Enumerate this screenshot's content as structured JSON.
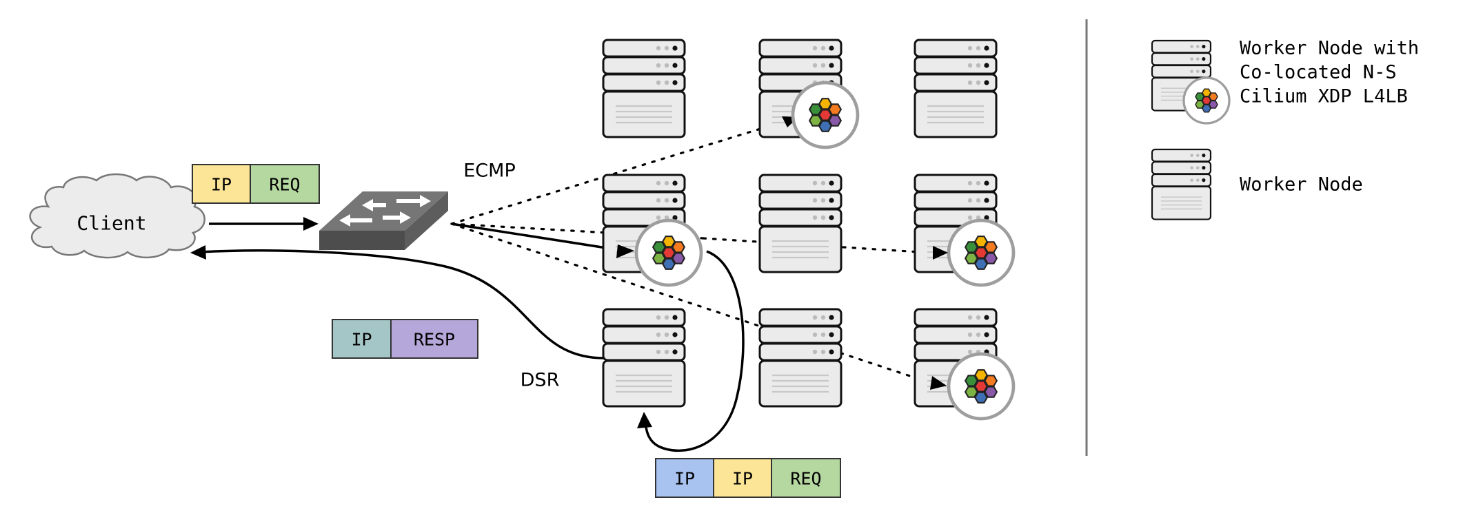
{
  "labels": {
    "client": "Client",
    "ecmp": "ECMP",
    "dsr": "DSR"
  },
  "packets": {
    "request": [
      {
        "text": "IP",
        "color": "#fde597"
      },
      {
        "text": "REQ",
        "color": "#b5d7a0"
      }
    ],
    "response": [
      {
        "text": "IP",
        "color": "#a5c6c6"
      },
      {
        "text": "RESP",
        "color": "#b5a7d9"
      }
    ],
    "encapsulated": [
      {
        "text": "IP",
        "color": "#a9c3f1"
      },
      {
        "text": "IP",
        "color": "#fde597"
      },
      {
        "text": "REQ",
        "color": "#b5d7a0"
      }
    ]
  },
  "legend": {
    "lb_node_label_lines": [
      "Worker Node with",
      "Co-located N-S",
      "Cilium XDP L4LB"
    ],
    "worker_node_label": "Worker Node"
  },
  "colors": {
    "hex_colors": [
      "#f4b400",
      "#f47b20",
      "#8a58a8",
      "#3f6fb5",
      "#7cb342",
      "#3a8f3a",
      "#e53935"
    ],
    "server_fill": "#ebebeb",
    "switch_top": "#767676",
    "switch_side": "#4d4d4d"
  }
}
